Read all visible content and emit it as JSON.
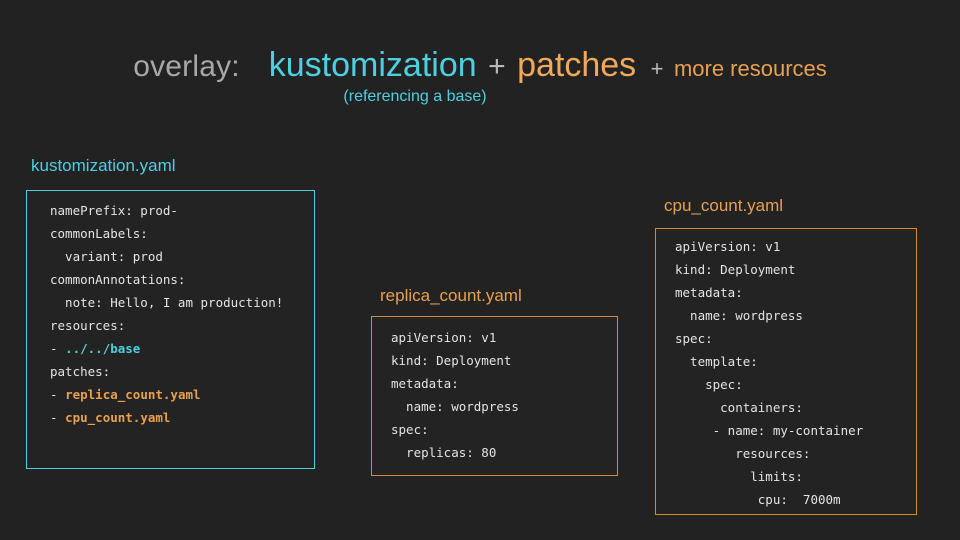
{
  "heading": {
    "overlay_label": "overlay:",
    "kustomization": "kustomization",
    "plus_1": "+",
    "patches": "patches",
    "plus_2": "+",
    "more_resources": "more resources",
    "subtitle": "(referencing a base)"
  },
  "colors": {
    "background": "#222222",
    "card_background": "#232323",
    "teal_accent": "#4ecfe0",
    "orange_accent": "#e8a050",
    "orange_border": "#d9872f",
    "gray_text": "#a8a8a8",
    "code_text": "#e3e3e3"
  },
  "cards": [
    {
      "name": "kustomization",
      "label": "kustomization.yaml",
      "accent": "teal",
      "lines": [
        {
          "text": "namePrefix: prod-",
          "style": "dim"
        },
        {
          "text": "commonLabels:",
          "style": "dim"
        },
        {
          "text": "  variant: prod",
          "style": "dim"
        },
        {
          "text": "commonAnnotations:",
          "style": "dim"
        },
        {
          "text": "  note: Hello, I am production!",
          "style": "dim"
        },
        {
          "text": "resources:",
          "style": "dim"
        },
        {
          "prefix": "- ",
          "text": "../../base",
          "style": "teal"
        },
        {
          "text": "patches:",
          "style": "dim"
        },
        {
          "prefix": "- ",
          "text": "replica_count.yaml",
          "style": "orange"
        },
        {
          "prefix": "- ",
          "text": "cpu_count.yaml",
          "style": "orange"
        }
      ]
    },
    {
      "name": "replica_count",
      "label": "replica_count.yaml",
      "accent": "orange",
      "lines": [
        {
          "text": "apiVersion: v1",
          "style": "dim"
        },
        {
          "text": "kind: Deployment",
          "style": "dim"
        },
        {
          "text": "metadata:",
          "style": "dim"
        },
        {
          "text": "  name: wordpress",
          "style": "dim"
        },
        {
          "text": "spec:",
          "style": "dim"
        },
        {
          "text": "  replicas: 80",
          "style": "dim"
        }
      ]
    },
    {
      "name": "cpu_count",
      "label": "cpu_count.yaml",
      "accent": "orange",
      "lines": [
        {
          "text": "apiVersion: v1",
          "style": "dim"
        },
        {
          "text": "kind: Deployment",
          "style": "dim"
        },
        {
          "text": "metadata:",
          "style": "dim"
        },
        {
          "text": "  name: wordpress",
          "style": "dim"
        },
        {
          "text": "spec:",
          "style": "dim"
        },
        {
          "text": "  template:",
          "style": "dim"
        },
        {
          "text": "    spec:",
          "style": "dim"
        },
        {
          "text": "      containers:",
          "style": "dim"
        },
        {
          "text": "     - name: my-container",
          "style": "dim"
        },
        {
          "text": "        resources:",
          "style": "dim"
        },
        {
          "text": "          limits:",
          "style": "dim"
        },
        {
          "text": "           cpu:  7000m",
          "style": "dim"
        }
      ]
    }
  ]
}
